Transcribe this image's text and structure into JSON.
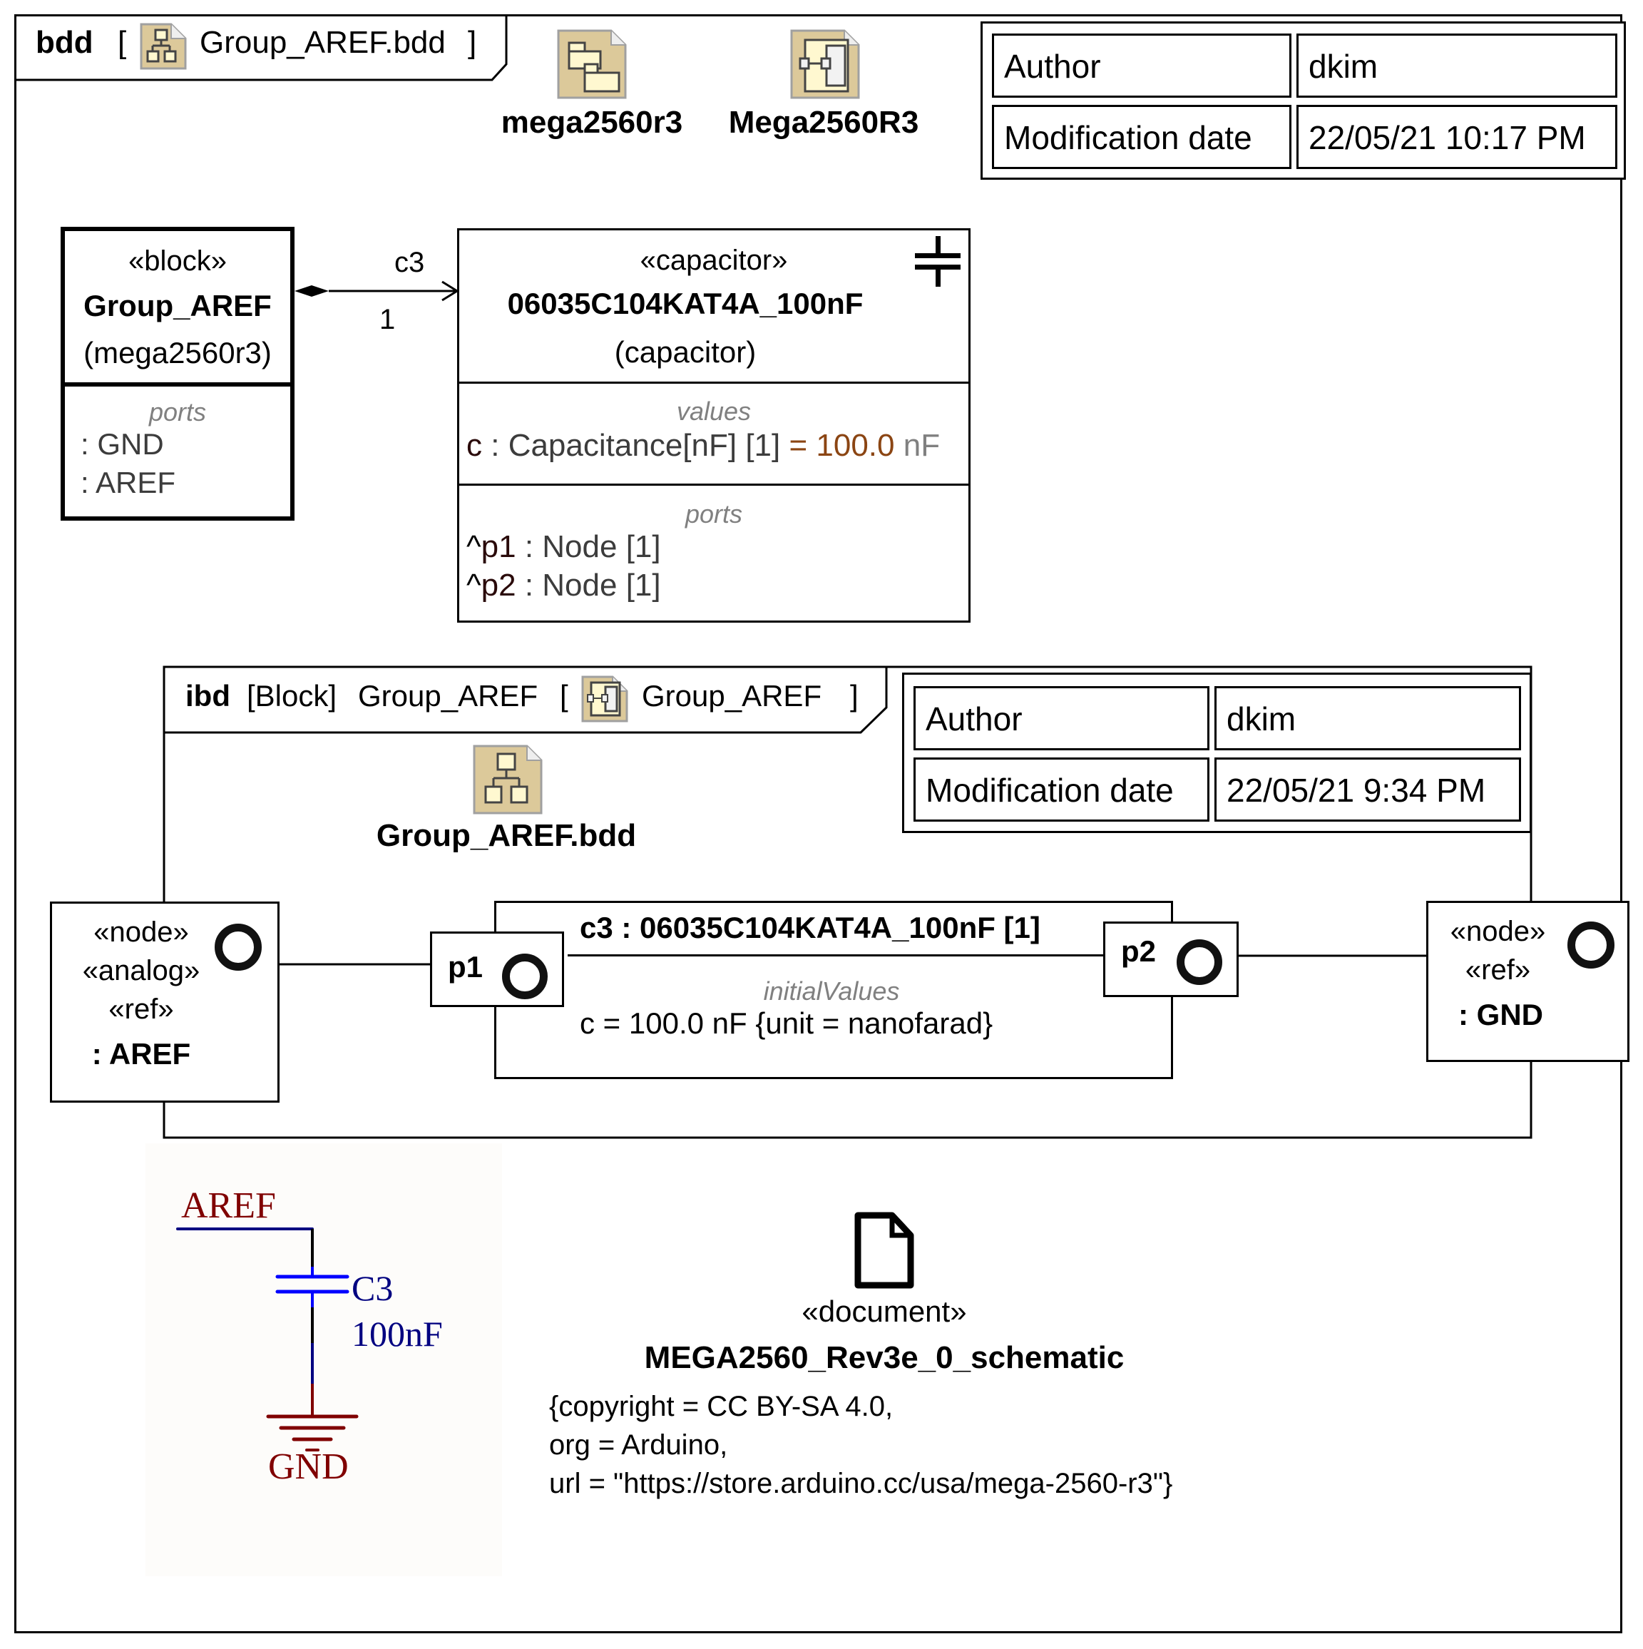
{
  "bdd_frame": {
    "kind": "bdd",
    "open_bracket": "[",
    "diagram_name": "Group_AREF.bdd",
    "close_bracket": "]",
    "diagram_icon": "bdd-diagram-icon"
  },
  "top_links": [
    {
      "label": "mega2560r3",
      "icon": "package-icon"
    },
    {
      "label": "Mega2560R3",
      "icon": "ibd-diagram-icon"
    }
  ],
  "bdd_meta": {
    "rows": [
      {
        "key": "Author",
        "value": "dkim"
      },
      {
        "key": "Modification date",
        "value": "22/05/21 10:17 PM"
      }
    ]
  },
  "block": {
    "stereotype": "«block»",
    "name": "Group_AREF",
    "owner": "(mega2560r3)",
    "ports_header": "ports",
    "ports": [
      ": GND",
      ": AREF"
    ]
  },
  "association": {
    "role": "c3",
    "multiplicity": "1"
  },
  "capacitor": {
    "stereotype": "«capacitor»",
    "name": "06035C104KAT4A_100nF",
    "owner": "(capacitor)",
    "icon": "capacitor-symbol-icon",
    "values_header": "values",
    "value_row": {
      "name": "c",
      "sep": " : ",
      "type": "Capacitance[nF]",
      "mult": " [1] ",
      "eq": "= ",
      "value": "100.0",
      "unit": " nF"
    },
    "ports_header": "ports",
    "ports": [
      {
        "caret": "^",
        "name": "p1",
        "type": " : Node [1]"
      },
      {
        "caret": "^",
        "name": "p2",
        "type": " : Node [1]"
      }
    ]
  },
  "ibd_frame": {
    "kind": "ibd",
    "qualifier": "[Block]",
    "block_name": "Group_AREF",
    "open_bracket": "[",
    "context_name": "Group_AREF",
    "close_bracket": "]",
    "link_label": "Group_AREF.bdd"
  },
  "ibd_meta": {
    "rows": [
      {
        "key": "Author",
        "value": "dkim"
      },
      {
        "key": "Modification date",
        "value": "22/05/21 9:34 PM"
      }
    ]
  },
  "nodes": {
    "aref": {
      "stereotypes": [
        "«node»",
        "«analog»",
        "«ref»"
      ],
      "name": ": AREF"
    },
    "gnd": {
      "stereotypes": [
        "«node»",
        "«ref»"
      ],
      "name": ": GND"
    }
  },
  "part": {
    "title": "c3 : 06035C104KAT4A_100nF [1]",
    "compartment_header": "initialValues",
    "initial_value": "c = 100.0 nF {unit = nanofarad}",
    "ports": [
      "p1",
      "p2"
    ]
  },
  "schematic": {
    "net_top": "AREF",
    "ref_des": "C3",
    "value": "100nF",
    "net_bottom": "GND",
    "colors": {
      "net_label": "#800000",
      "wire_blue": "#000080",
      "cap_plate": "#0000ff",
      "ground": "#800000",
      "background": "#fdfcfa"
    }
  },
  "document": {
    "stereotype": "«document»",
    "name": "MEGA2560_Rev3e_0_schematic",
    "tags": [
      "{copyright = CC BY-SA 4.0,",
      "org = Arduino,",
      "url = \"https://store.arduino.cc/usa/mega-2560-r3\"}"
    ]
  },
  "colors": {
    "value_number": "#8b4513",
    "unit_gray": "#808080",
    "compartment_header": "#808080",
    "icon_fill": "#dcc99a",
    "icon_paper": "#fff8d0"
  }
}
